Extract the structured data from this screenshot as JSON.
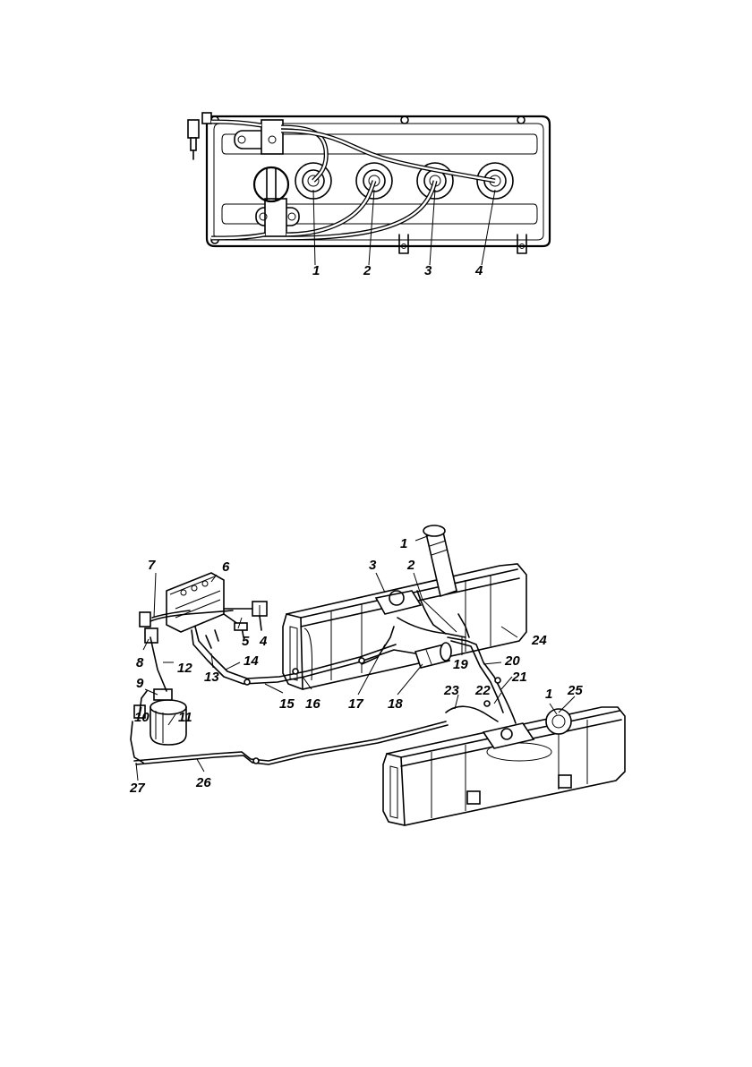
{
  "figure_top": {
    "callouts": [
      "1",
      "2",
      "3",
      "4"
    ]
  },
  "figure_bottom": {
    "callouts": [
      "1",
      "2",
      "3",
      "4",
      "5",
      "6",
      "7",
      "8",
      "9",
      "10",
      "11",
      "12",
      "13",
      "14",
      "15",
      "16",
      "17",
      "18",
      "19",
      "20",
      "21",
      "22",
      "23",
      "24",
      "25",
      "26",
      "27",
      "1"
    ]
  }
}
